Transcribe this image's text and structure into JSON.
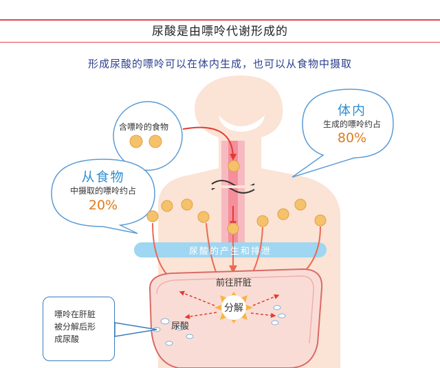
{
  "title": "尿酸是由嘌呤代谢形成的",
  "subtitle": "形成尿酸的嘌呤可以在体内生成，也可以从食物中摄取",
  "food_bubble": {
    "label": "含嘌呤的食物"
  },
  "from_food": {
    "title": "从食物",
    "desc": "中摄取的嘌呤约占",
    "percent": "20%"
  },
  "in_body": {
    "title": "体内",
    "desc": "生成的嘌呤约占",
    "percent": "80%"
  },
  "band_label": "尿酸的产生和排泄",
  "liver_label": "前往肝脏",
  "decompose_label": "分解",
  "uric_acid_label": "尿酸",
  "note": {
    "lines": [
      "嘌呤在肝脏",
      "被分解后形",
      "成尿酸"
    ]
  },
  "colors": {
    "title_line": "#e0464e",
    "accent_blue": "#2f8fd0",
    "accent_orange": "#e07a1a",
    "body_fill": "#fbe3d5",
    "liver_stroke": "#d96a66"
  }
}
